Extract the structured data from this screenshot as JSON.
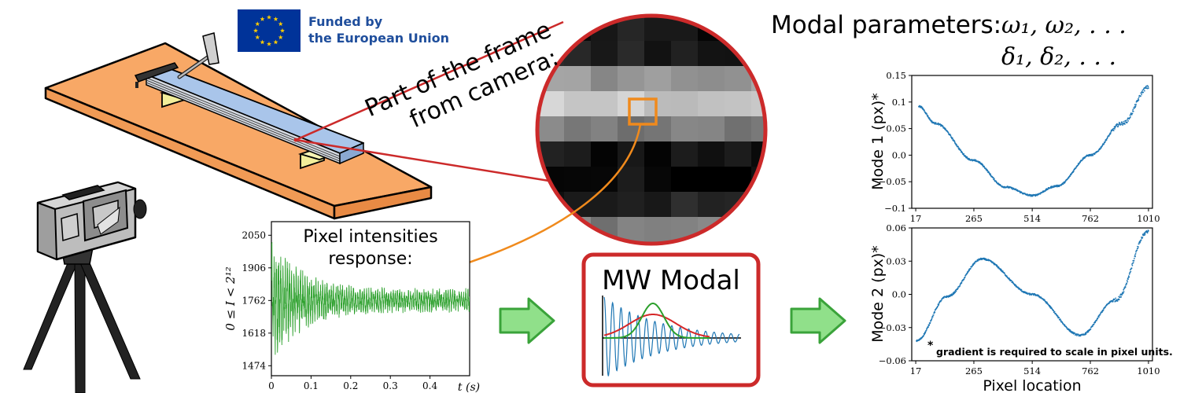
{
  "eu_logo": {
    "line1": "Funded by",
    "line2": "the European Union",
    "flag_color": "#003399",
    "star_color": "#FFCC00",
    "text_color": "#1f4e9c"
  },
  "frame_callout": {
    "line1": "Part of the frame",
    "line2": "from camera:"
  },
  "modal_header": {
    "label": "Modal parameters:",
    "row1": "ω₁, ω₂, . . .",
    "row2": "δ₁, δ₂, . . ."
  },
  "method_box": {
    "title": "MW Modal"
  },
  "colors": {
    "table": "#f8a866",
    "beam": "#a9c5ea",
    "support": "#f2ee9a",
    "red_callout": "#cc2a2a",
    "orange": "#f08a1c",
    "green_signal": "#2ca02c",
    "blue_points": "#1f77b4",
    "arrow_fill": "#90e08a",
    "arrow_stroke": "#3aa33a"
  },
  "chart_data": [
    {
      "id": "pixel-intensities",
      "type": "line",
      "title": "Pixel intensities response:",
      "xlabel": "t (s)",
      "ylabel": "0 ≤ I < 2¹²",
      "xlim": [
        0,
        0.5
      ],
      "ylim": [
        1430,
        2110
      ],
      "xticks": [
        0,
        0.1,
        0.2,
        0.3,
        0.4
      ],
      "xtick_labels": [
        "0",
        "0.1",
        "0.2",
        "0.3",
        "0.4"
      ],
      "yticks": [
        1474,
        1618,
        1762,
        1906,
        2050
      ],
      "ytick_labels": [
        "1474",
        "1618",
        "1762",
        "1906",
        "2050"
      ],
      "signal": {
        "baseline": 1762,
        "initial_amplitude": 300,
        "steady_amplitude": 55,
        "decay_rate": 14,
        "duration": 0.5
      }
    },
    {
      "id": "mode-1",
      "type": "scatter",
      "ylabel": "Mode 1 (px)*",
      "xlim": [
        0,
        1027
      ],
      "ylim": [
        -0.1,
        0.15
      ],
      "xticks": [
        17,
        265,
        514,
        762,
        1010
      ],
      "xtick_labels": [
        "17",
        "265",
        "514",
        "762",
        "1010"
      ],
      "yticks": [
        -0.1,
        -0.05,
        0.0,
        0.05,
        0.1,
        0.15
      ],
      "ytick_labels": [
        "−0.1",
        "−0.05",
        "0.0",
        "0.05",
        "0.1",
        "0.15"
      ],
      "key_points": [
        [
          30,
          0.092
        ],
        [
          100,
          0.06
        ],
        [
          265,
          -0.01
        ],
        [
          400,
          -0.06
        ],
        [
          514,
          -0.076
        ],
        [
          620,
          -0.058
        ],
        [
          762,
          0.0
        ],
        [
          900,
          0.06
        ],
        [
          1010,
          0.128
        ]
      ]
    },
    {
      "id": "mode-2",
      "type": "scatter",
      "ylabel": "Mode 2 (px)*",
      "xlabel": "Pixel location",
      "footnote": "gradient is required to scale in pixel units.",
      "footnote_marker": "*",
      "xlim": [
        0,
        1027
      ],
      "ylim": [
        -0.06,
        0.06
      ],
      "xticks": [
        17,
        265,
        514,
        762,
        1010
      ],
      "xtick_labels": [
        "17",
        "265",
        "514",
        "762",
        "1010"
      ],
      "yticks": [
        -0.06,
        -0.03,
        0.0,
        0.03,
        0.06
      ],
      "ytick_labels": [
        "−0.06",
        "−0.03",
        "0.0",
        "0.03",
        "0.06"
      ],
      "key_points": [
        [
          20,
          -0.042
        ],
        [
          150,
          -0.002
        ],
        [
          300,
          0.032
        ],
        [
          514,
          0.0
        ],
        [
          720,
          -0.037
        ],
        [
          870,
          -0.005
        ],
        [
          1010,
          0.057
        ]
      ]
    }
  ]
}
